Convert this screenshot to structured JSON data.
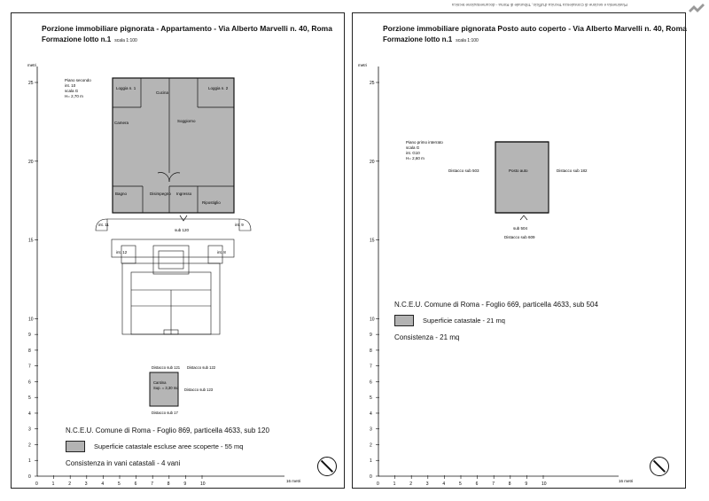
{
  "header_strip": "Planimetria e sezione di Consulenza Tecnica d'Ufficio, Tribunale di Roma - documentazione tecnica",
  "left_sheet": {
    "title": "Porzione immobiliare pignorata - Appartamento - Via Alberto Marvelli n. 40, Roma",
    "lotto": "Formazione lotto n.1",
    "scale": "scala 1:100",
    "y_unit": "metri",
    "x_unit": "16 metri",
    "plan_notes": [
      "Piano secondo",
      "int. 10",
      "scala G",
      "H= 2,70 m"
    ],
    "rooms": {
      "loggia1": "Loggia n. 1",
      "loggia2": "Loggia n. 2",
      "cucina": "Cucina",
      "camera": "Camera",
      "soggiorno": "Soggiorno",
      "bagno": "Bagno",
      "disimpegno": "Disimpegno",
      "ingresso": "Ingresso",
      "ripostiglio": "Ripostiglio"
    },
    "neighbors": {
      "int11": "int. 11",
      "int9": "int. 9",
      "int12": "int. 12",
      "int8": "int. 8",
      "sub120": "sub 120"
    },
    "cellar": {
      "top_left": "Distacco sub 121",
      "top_right": "Distacco sub 122",
      "right": "Distacco sub 123",
      "bottom": "Distacco sub 17",
      "label1": "Cantina",
      "label2": "Sup. = 3,30 mq"
    },
    "ncu": "N.C.E.U. Comune di Roma - Foglio 869, particella 4633, sub 120",
    "legend": "Superficie catastale escluse aree scoperte - 55 mq",
    "consistenza": "Consistenza in vani catastali - 4 vani",
    "y_ticks": [
      "25",
      "20",
      "15",
      "10",
      "9",
      "8",
      "7",
      "6",
      "5",
      "4",
      "3",
      "2",
      "1",
      "0"
    ],
    "x_ticks": [
      "1",
      "2",
      "3",
      "4",
      "5",
      "6",
      "7",
      "8",
      "9",
      "10"
    ]
  },
  "right_sheet": {
    "title": "Porzione immobiliare pignorata Posto auto coperto - Via Alberto Marvelli n. 40, Roma",
    "lotto": "Formazione lotto n.1",
    "scale": "scala 1:100",
    "y_unit": "metri",
    "x_unit": "16 metri",
    "plan_notes": [
      "Piano primo interrato",
      "scala G",
      "int. G10",
      "H= 2,60 m"
    ],
    "left_neighbor": "Distacco sub 503",
    "right_neighbor": "Distacco sub 182",
    "space_label": "Posto auto",
    "sub_label": "sub 504",
    "bottom_neighbor": "Distacco sub 609",
    "ncu": "N.C.E.U. Comune di Roma - Foglio 669, particella 4633, sub 504",
    "legend": "Superficie catastale - 21 mq",
    "consistenza": "Consistenza - 21 mq",
    "y_ticks": [
      "25",
      "20",
      "15",
      "10",
      "9",
      "8",
      "7",
      "6",
      "5",
      "4",
      "3",
      "2",
      "1",
      "0"
    ],
    "x_ticks": [
      "1",
      "2",
      "3",
      "4",
      "5",
      "6",
      "7",
      "8",
      "9",
      "10"
    ]
  }
}
